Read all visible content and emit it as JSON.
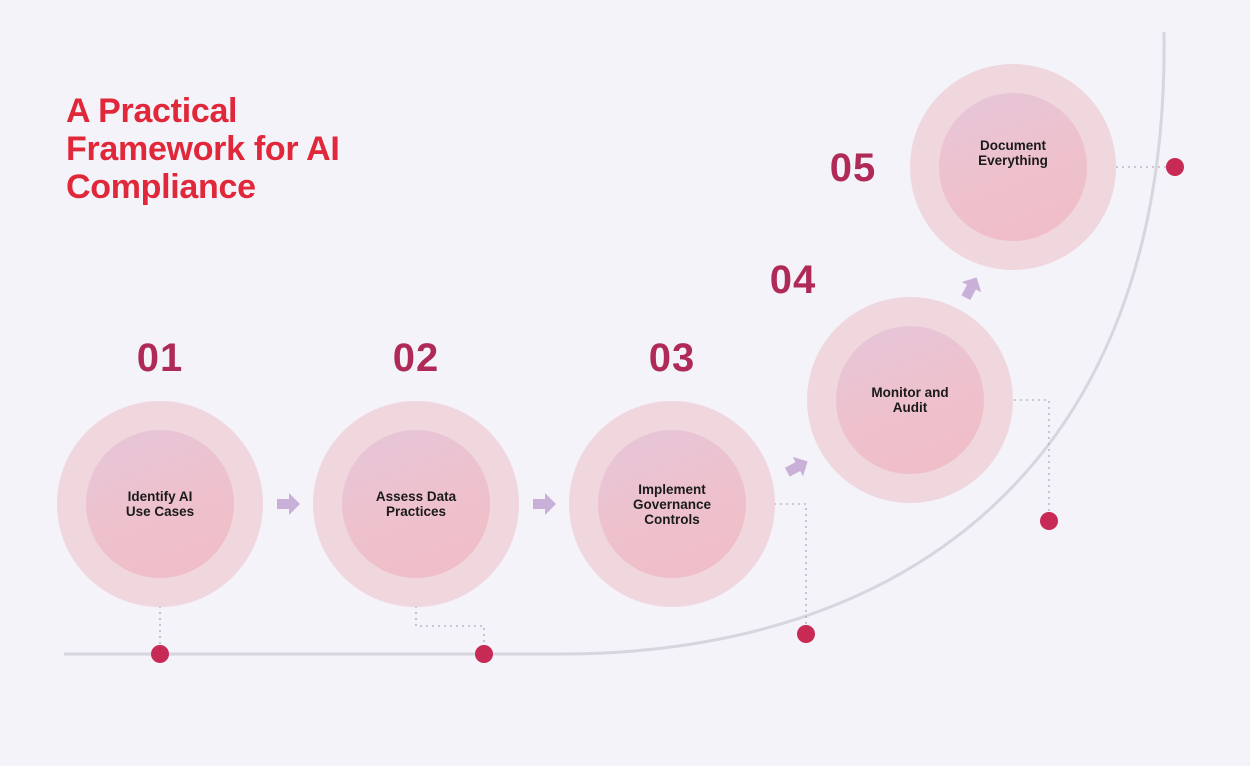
{
  "title_lines": [
    "A Practical",
    "Framework for AI",
    "Compliance"
  ],
  "steps": [
    {
      "number": "01",
      "label": "Identify AI Use Cases"
    },
    {
      "number": "02",
      "label": "Assess Data Practices"
    },
    {
      "number": "03",
      "label": "Implement Governance Controls"
    },
    {
      "number": "04",
      "label": "Monitor and Audit"
    },
    {
      "number": "05",
      "label": "Document Everything"
    }
  ],
  "colors": {
    "title": "#e0283a",
    "number": "#b02a58",
    "dot": "#c62a55",
    "track": "#d6d6de",
    "arrow": "#c9b0d8",
    "circle_outer": "#f0d6dd"
  },
  "icons": {
    "arrow": "arrow-right-icon",
    "dot": "milestone-dot-icon"
  }
}
